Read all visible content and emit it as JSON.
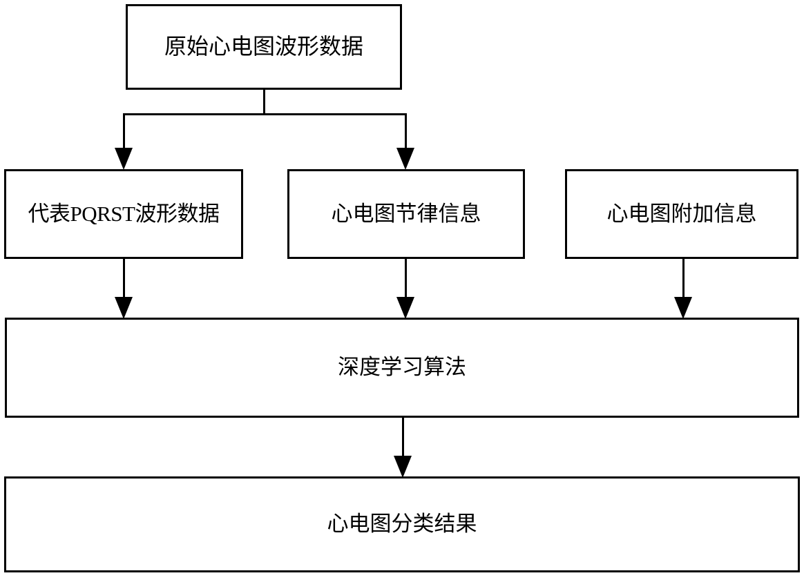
{
  "diagram": {
    "title": "ECG deep learning classification flowchart",
    "colors": {
      "stroke": "#000000",
      "fill": "#ffffff",
      "text": "#000000"
    },
    "nodes": {
      "raw_ecg": "原始心电图波形数据",
      "pqrst": "代表PQRST波形数据",
      "rhythm": "心电图节律信息",
      "extra": "心电图附加信息",
      "deep_learning": "深度学习算法",
      "result": "心电图分类结果"
    },
    "edges": [
      {
        "from": "raw_ecg",
        "to": "pqrst",
        "style": "split-arrow"
      },
      {
        "from": "raw_ecg",
        "to": "rhythm",
        "style": "split-arrow"
      },
      {
        "from": "pqrst",
        "to": "deep_learning",
        "style": "arrow"
      },
      {
        "from": "rhythm",
        "to": "deep_learning",
        "style": "arrow"
      },
      {
        "from": "extra",
        "to": "deep_learning",
        "style": "arrow"
      },
      {
        "from": "deep_learning",
        "to": "result",
        "style": "arrow"
      }
    ]
  }
}
